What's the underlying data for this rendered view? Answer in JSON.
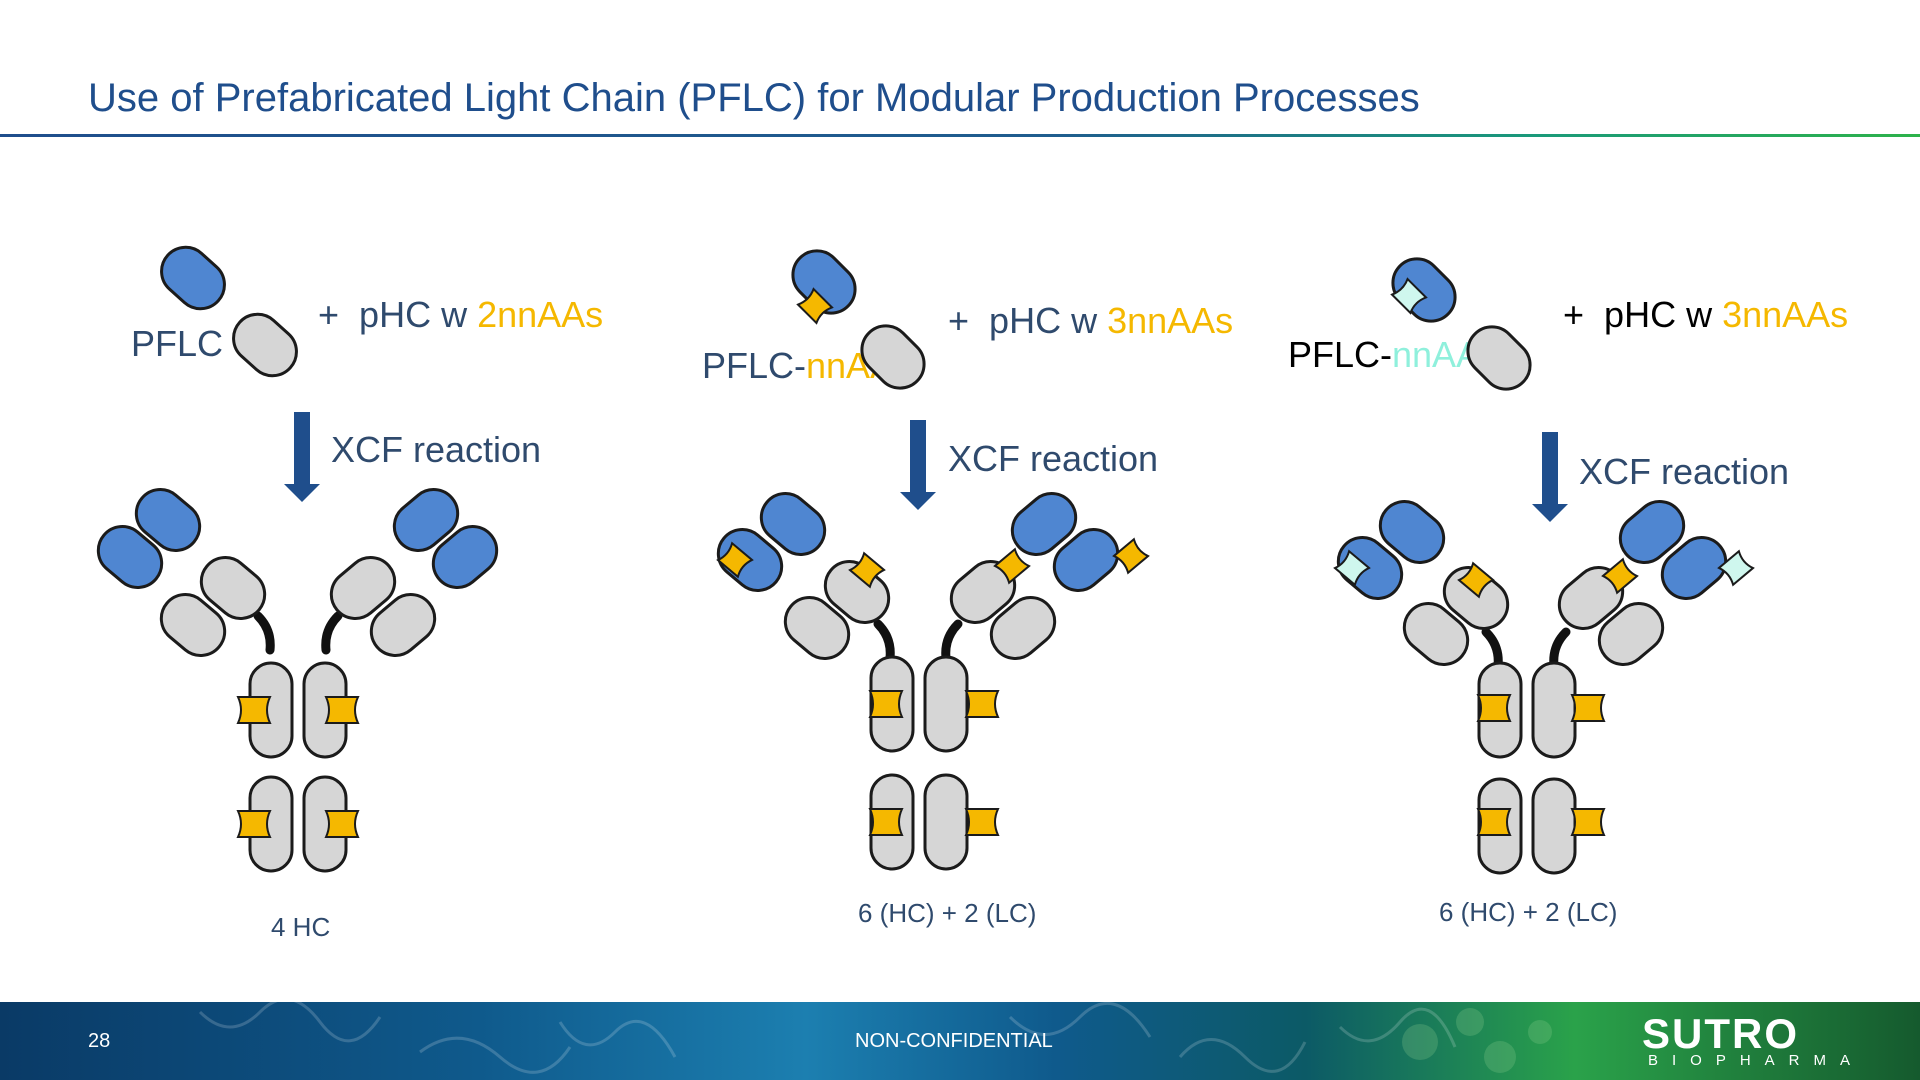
{
  "slide": {
    "title": "Use of Prefabricated Light Chain (PFLC) for Modular Production Processes",
    "page_number": "28",
    "classification": "NON-CONFIDENTIAL"
  },
  "logo": {
    "name": "SUTRO",
    "subtitle": "BIOPHARMA"
  },
  "panels": [
    {
      "lc_label": "PFLC",
      "lc_suffix": "",
      "plus": "+",
      "phc_text": "pHC w ",
      "phc_accent": "2nnAAs",
      "arrow_label": "XCF reaction",
      "bottom_label": "4 HC"
    },
    {
      "lc_label": "PFLC-",
      "lc_suffix": "nnAA",
      "plus": "+",
      "phc_text": "pHC w ",
      "phc_accent": "3nnAAs",
      "arrow_label": "XCF reaction",
      "bottom_label": "6 (HC) + 2 (LC)"
    },
    {
      "lc_label": "PFLC-",
      "lc_suffix": "nnAA",
      "plus": "+",
      "phc_text": "pHC w ",
      "phc_accent": "3nnAAs",
      "arrow_label": "XCF reaction",
      "bottom_label": "6 (HC) + 2 (LC)"
    }
  ],
  "colors": {
    "title": "#1f4e8c",
    "blue_domain": "#4f86d1",
    "gray_domain": "#d6d6d6",
    "nnaa_yellow": "#f5b800",
    "nnaa_mint": "#cff7ee",
    "arrow": "#1f4e8c"
  }
}
